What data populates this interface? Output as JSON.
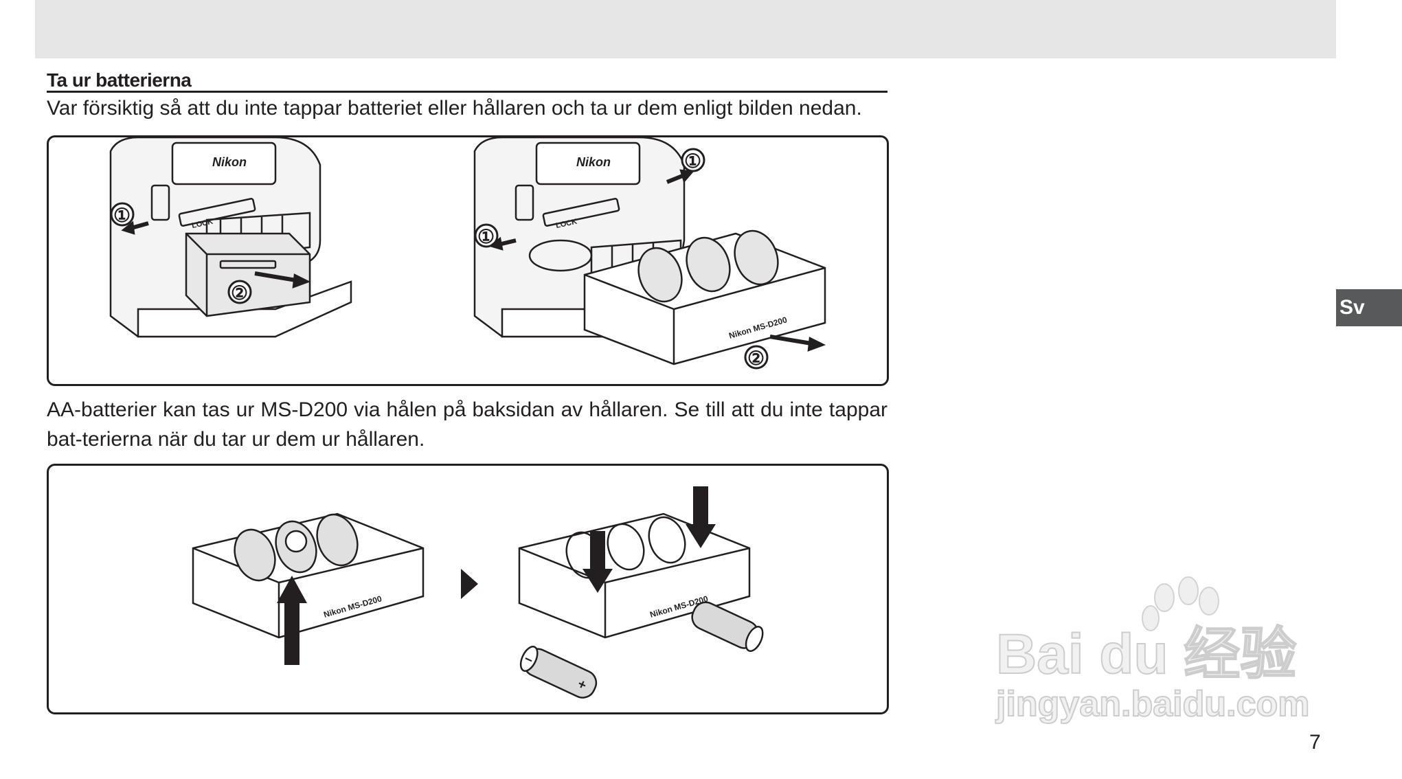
{
  "section": {
    "heading": "Ta ur batterierna",
    "intro": "Var försiktig så att du inte tappar batteriet eller hållaren och ta ur dem enligt bilden nedan."
  },
  "figure1": {
    "step1": "①",
    "step2": "②",
    "camera_brand": "Nikon",
    "lock_label": "LOCK",
    "holder_label": "Nikon MS-D200"
  },
  "note": "AA-batterier kan tas ur MS-D200 via hålen på baksidan av hållaren. Se till att du inte tappar bat-terierna när du tar ur dem ur hållaren.",
  "figure2": {
    "holder_label": "Nikon MS-D200",
    "battery_minus": "−",
    "battery_plus": "+"
  },
  "sidebar": {
    "language_tab": "Sv"
  },
  "footer": {
    "page_number": "7"
  },
  "watermark": {
    "logo": "Bai du 经验",
    "url": "jingyan.baidu.com"
  },
  "colors": {
    "text": "#231f20",
    "top_band": "#e6e6e6",
    "tab": "#58595b"
  }
}
